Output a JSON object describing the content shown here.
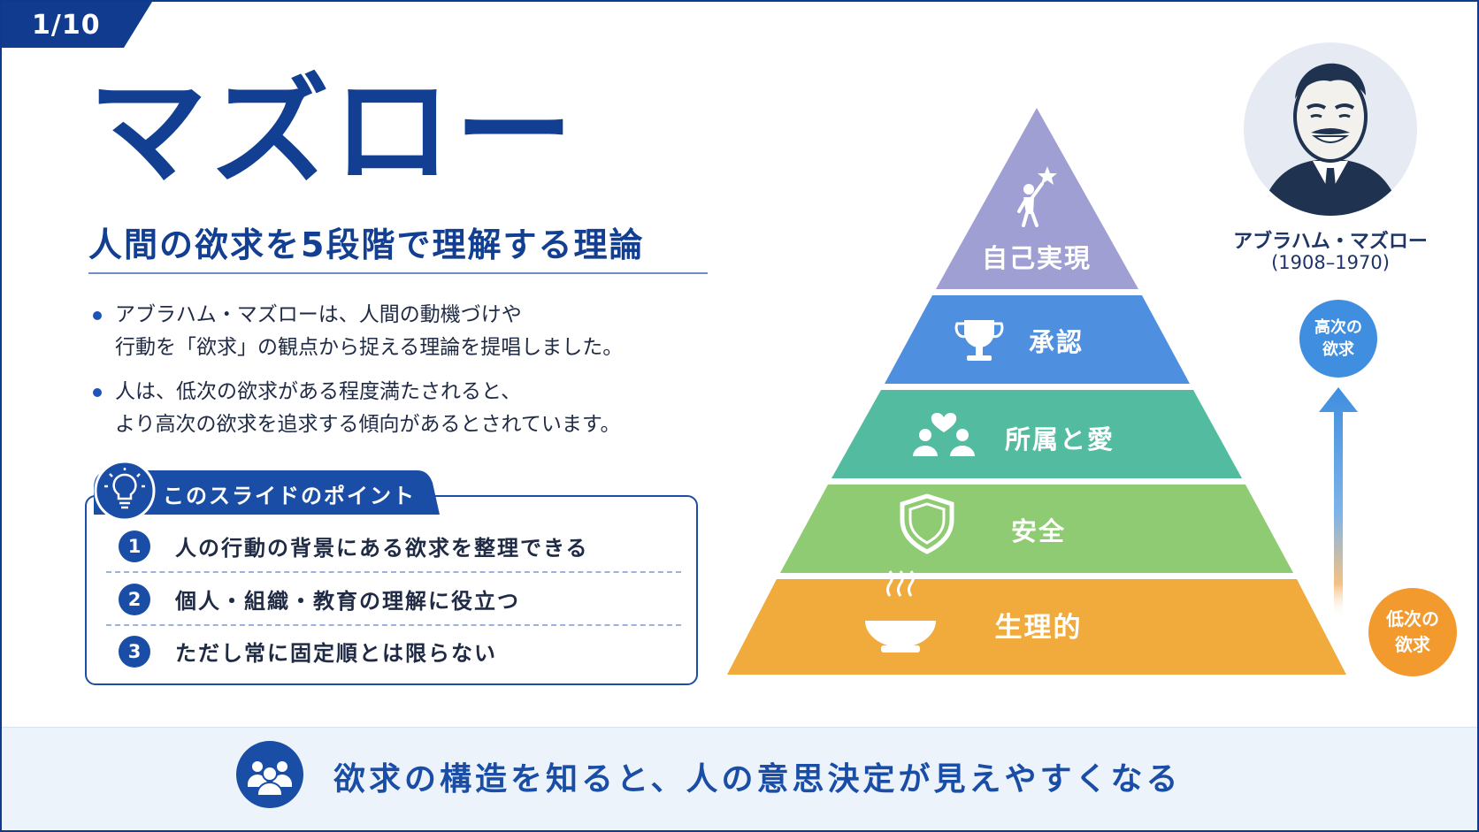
{
  "page_indicator": "1/10",
  "title": "マズロー",
  "subtitle": "人間の欲求を5段階で理解する理論",
  "bullets": [
    {
      "line1": "アブラハム・マズローは、人間の動機づけや",
      "line2": "行動を「欲求」の観点から捉える理論を提唱しました。"
    },
    {
      "line1": "人は、低次の欲求がある程度満たされると、",
      "line2": "より高次の欲求を追求する傾向があるとされています。"
    }
  ],
  "points": {
    "title": "このスライドのポイント",
    "items": [
      {
        "num": "1",
        "text": "人の行動の背景にある欲求を整理できる"
      },
      {
        "num": "2",
        "text": "個人・組織・教育の理解に役立つ"
      },
      {
        "num": "3",
        "text": "ただし常に固定順とは限らない"
      }
    ]
  },
  "pyramid": {
    "levels": [
      {
        "label": "自己実現",
        "icon": "self-actualization-icon",
        "color": "#9f9fd4"
      },
      {
        "label": "承認",
        "icon": "trophy-icon",
        "color": "#4f8fe0"
      },
      {
        "label": "所属と愛",
        "icon": "people-heart-icon",
        "color": "#53bca0"
      },
      {
        "label": "安全",
        "icon": "shield-icon",
        "color": "#8fcb72"
      },
      {
        "label": "生理的",
        "icon": "bowl-icon",
        "color": "#f0ab3c"
      }
    ]
  },
  "person": {
    "name": "アブラハム・マズロー",
    "years": "(1908–1970)"
  },
  "level_high": {
    "line1": "高次の",
    "line2": "欲求"
  },
  "level_low": {
    "line1": "低次の",
    "line2": "欲求"
  },
  "footer": {
    "text": "欲求の構造を知ると、人の意思決定が見えやすくなる",
    "icon": "group-icon"
  },
  "colors": {
    "navy": "#123f91",
    "accent_blue": "#1a4ea6",
    "accent_orange": "#f29a2e"
  }
}
